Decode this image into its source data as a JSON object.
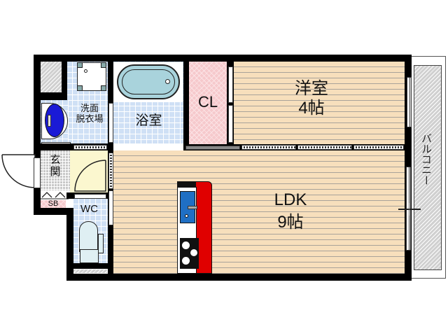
{
  "floor_plan": {
    "rooms": {
      "western_room": {
        "name": "洋室",
        "size": "4帖"
      },
      "ldk": {
        "name": "LDK",
        "size": "9帖"
      },
      "closet": {
        "name": "CL"
      },
      "bathroom": {
        "name": "浴室"
      },
      "washroom": {
        "line1": "洗面",
        "line2": "脱衣場"
      },
      "entrance": {
        "line1": "玄",
        "line2": "関"
      },
      "shoe_box": {
        "name": "SB"
      },
      "toilet": {
        "name": "WC"
      },
      "balcony": {
        "name": "バルコニー"
      }
    },
    "colors": {
      "wall": "#000000",
      "wood_floor": "#f7dfbc",
      "tile_blue": "#cfe0f5",
      "closet_pink": "#f6c9cc",
      "hall_yellow": "#fbf7cf",
      "bathtub": "#a9d3dc",
      "washer": "#1a1ad6",
      "sink": "#1f6fc4",
      "kitchen_counter_edge": "#e00000"
    }
  }
}
